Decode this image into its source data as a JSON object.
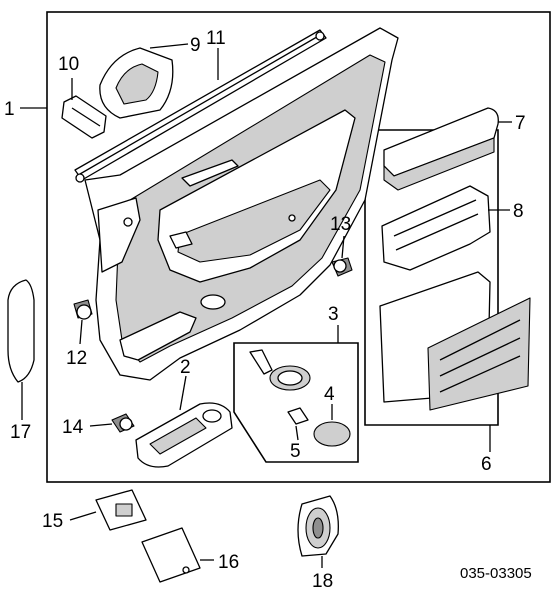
{
  "callouts": {
    "c1": "1",
    "c2": "2",
    "c3": "3",
    "c4": "4",
    "c5": "5",
    "c6": "6",
    "c7": "7",
    "c8": "8",
    "c9": "9",
    "c10": "10",
    "c11": "11",
    "c12": "12",
    "c13": "13",
    "c14": "14",
    "c15": "15",
    "c16": "16",
    "c17": "17",
    "c18": "18"
  },
  "diagram_code": "035-03305"
}
